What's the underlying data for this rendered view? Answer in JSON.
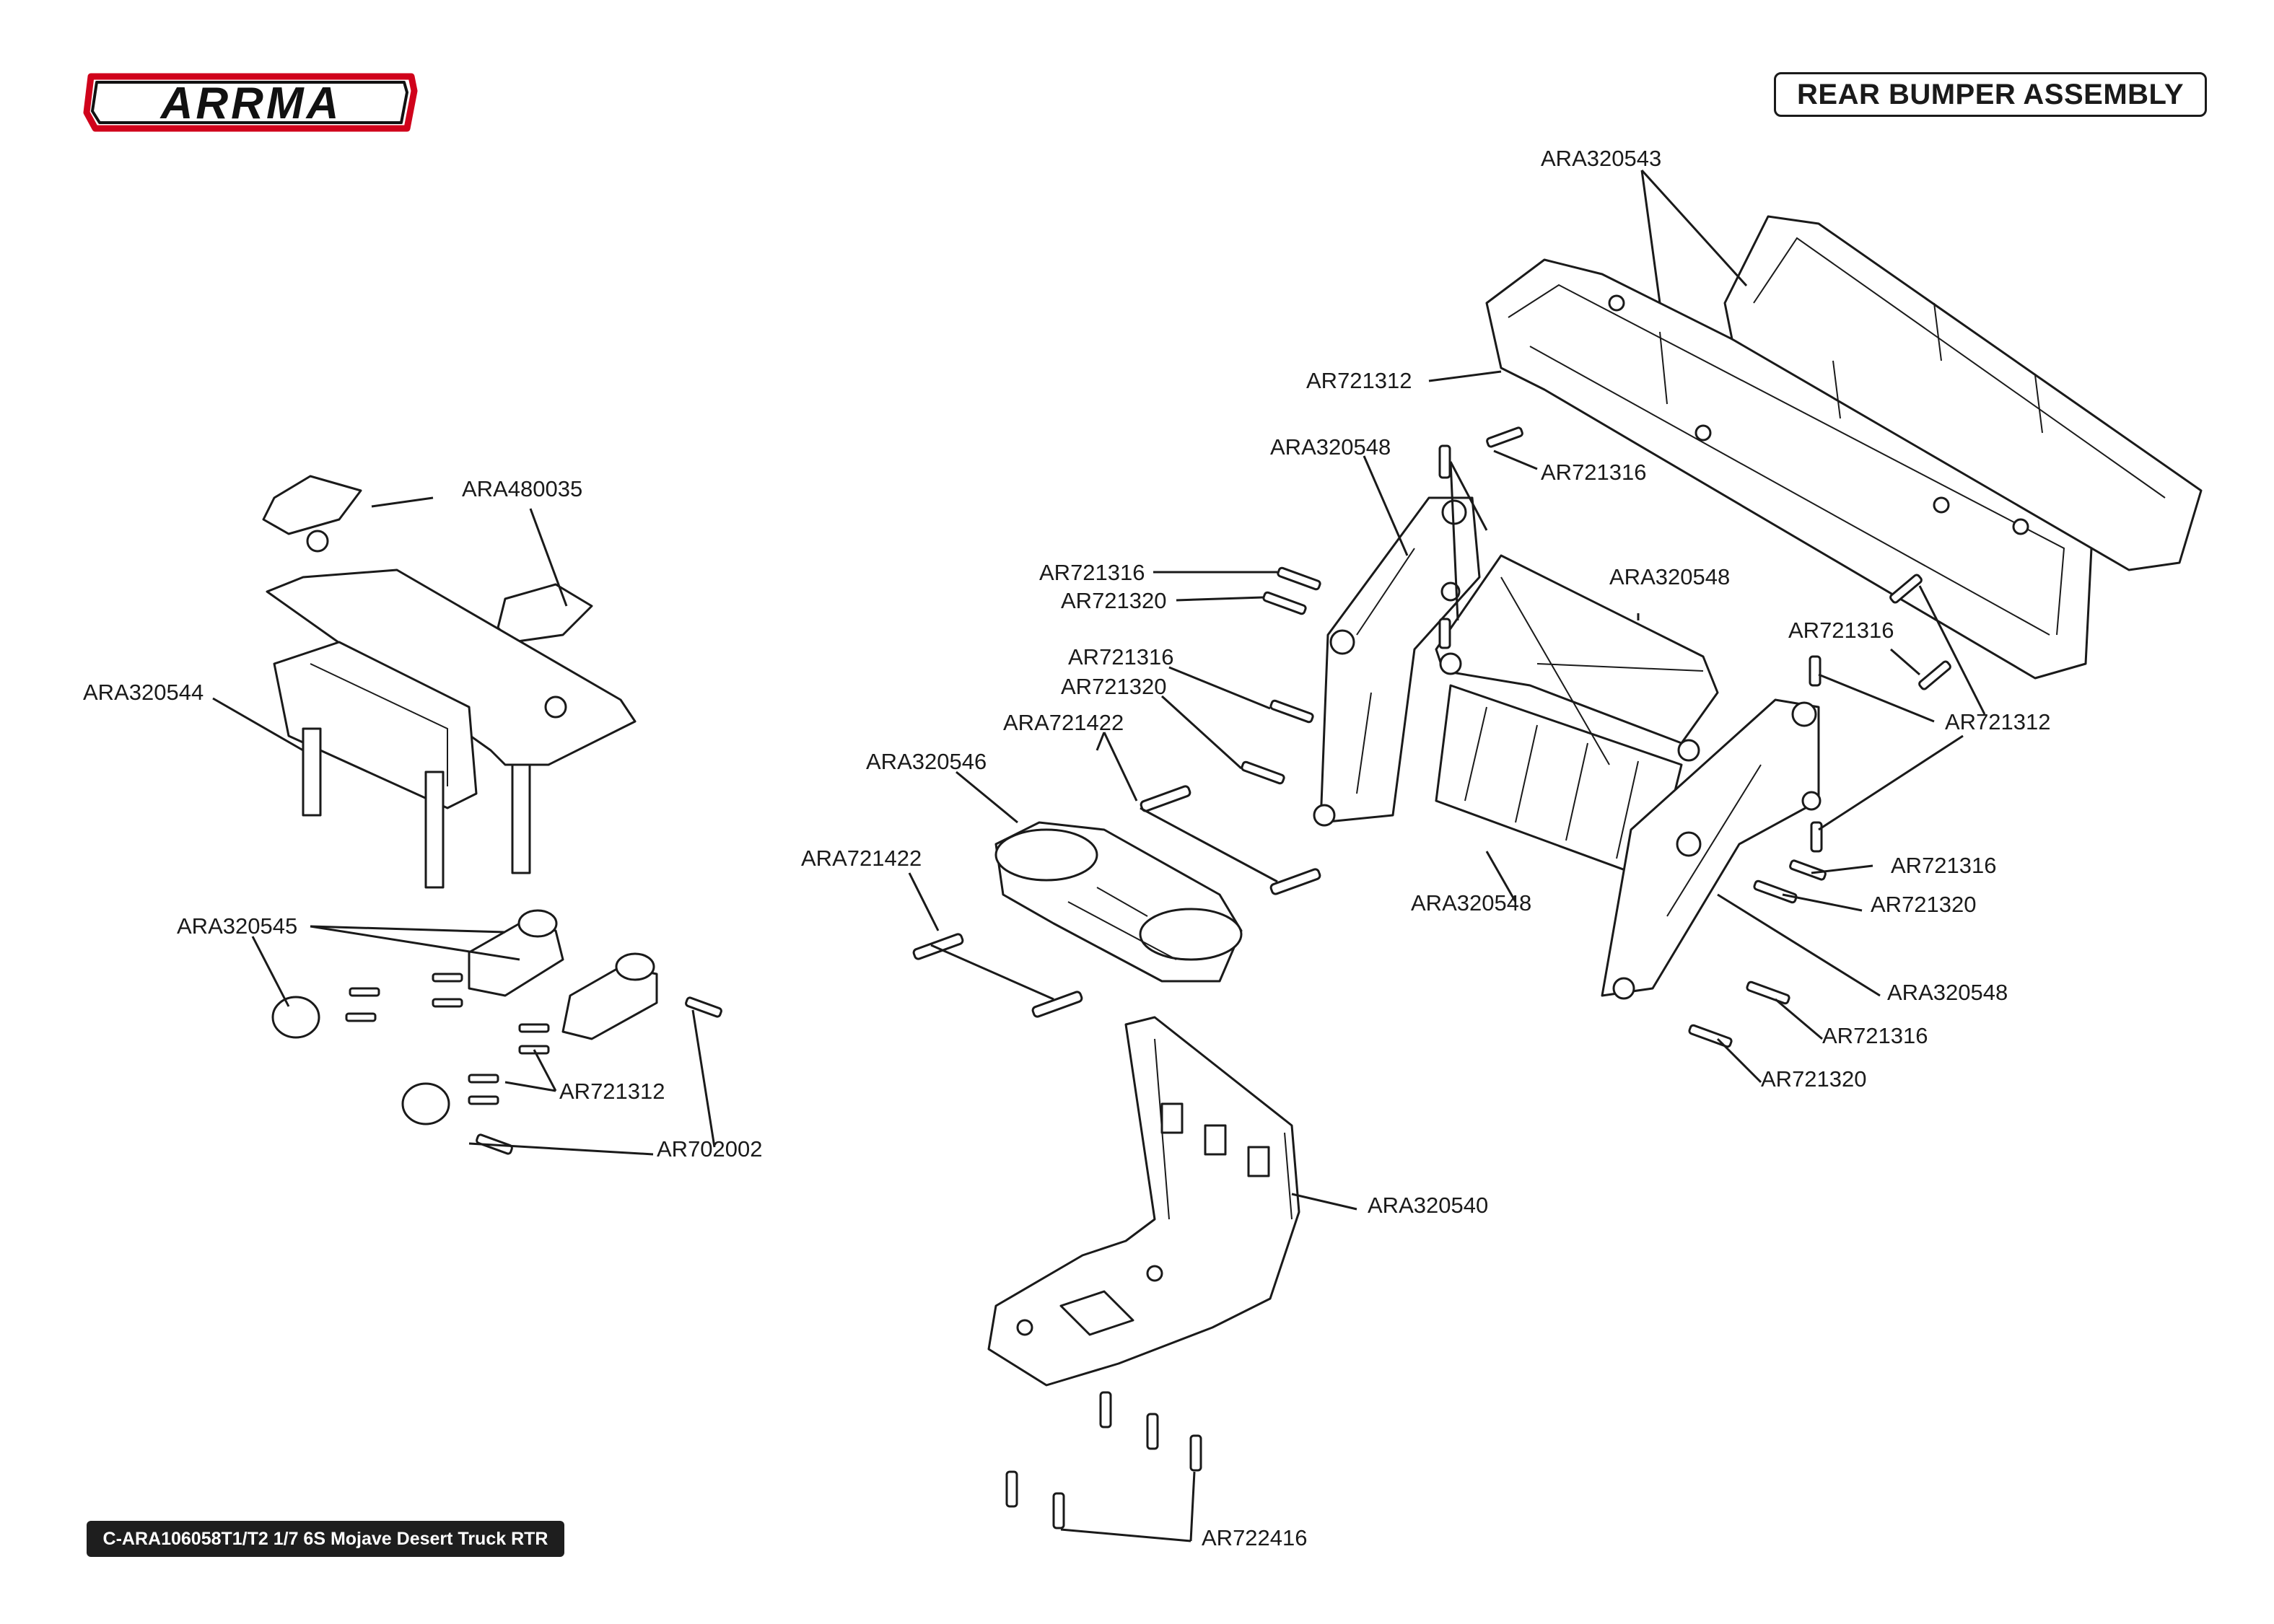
{
  "brand": {
    "name": "ARRMA",
    "accent": "#d0021b",
    "logo_text": "ARRMA"
  },
  "header": {
    "title": "REAR BUMPER ASSEMBLY"
  },
  "footer": {
    "text": "C-ARA106058T1/T2 1/7 6S Mojave Desert Truck RTR"
  },
  "labels": {
    "l1": "ARA320543",
    "l2": "AR721312",
    "l3": "ARA320548",
    "l4": "AR721316",
    "l5": "ARA480035",
    "l6": "AR721316",
    "l7": "AR721320",
    "l8": "ARA320548",
    "l9": "AR721316",
    "l10": "AR721320",
    "l11": "AR721316",
    "l12": "ARA721422",
    "l13": "ARA320544",
    "l14": "ARA320546",
    "l15": "AR721312",
    "l16": "ARA721422",
    "l17": "ARA320545",
    "l18": "ARA320548",
    "l19": "AR721316",
    "l20": "AR721320",
    "l21": "ARA320548",
    "l22": "AR721312",
    "l23": "AR721316",
    "l24": "AR702002",
    "l25": "AR721320",
    "l26": "ARA320540",
    "l27": "AR722416"
  }
}
